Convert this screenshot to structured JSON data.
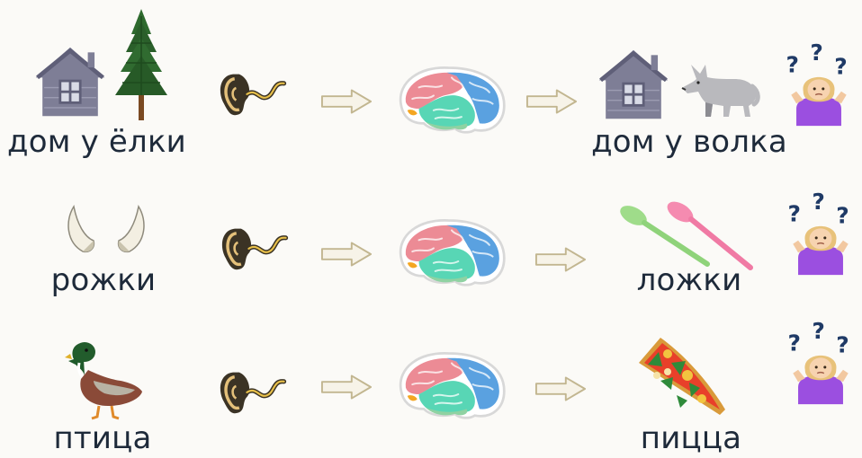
{
  "rows": [
    {
      "heard": "дом у ёлки",
      "understood": "дом у волка"
    },
    {
      "heard": "рожки",
      "understood": "ложки"
    },
    {
      "heard": "птица",
      "understood": "пицца"
    }
  ],
  "icons": {
    "sound_source_row1": [
      "house-icon",
      "fir-tree-icon"
    ],
    "sound_source_row2": "horns-icon",
    "sound_source_row3": "duck-icon",
    "hearing": "ear-with-sound-wave-icon",
    "flow": "arrow-right-icon",
    "processing": "brain-icon",
    "result_row1": [
      "house-icon",
      "wolf-icon"
    ],
    "result_row2": "spoons-icon",
    "result_row3": "pizza-slice-icon",
    "confusion": "confused-person-question-marks-icon"
  },
  "colors": {
    "label_text": "#1e2a3a",
    "house": "#7e7e96",
    "confused_shirt": "#9b4fe0",
    "question_marks": "#1f3a66"
  }
}
